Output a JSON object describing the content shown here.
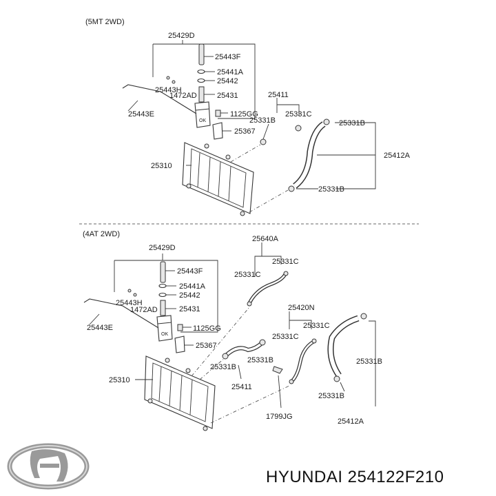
{
  "sections": [
    {
      "title": "(5MT 2WD)",
      "labels": {
        "l25429D": "25429D",
        "l25443F": "25443F",
        "l25441A": "25441A",
        "l25442": "25442",
        "l25443H": "25443H",
        "l1472AD": "1472AD",
        "l25431": "25431",
        "l25443E": "25443E",
        "l1125GG": "1125GG",
        "l25367": "25367",
        "l25310": "25310",
        "l25411": "25411",
        "l25331C": "25331C",
        "l25331B_a": "25331B",
        "l25331B_b": "25331B",
        "l25331B_c": "25331B",
        "l25412A": "25412A"
      }
    },
    {
      "title": "(4AT 2WD)",
      "labels": {
        "l25429D": "25429D",
        "l25443F": "25443F",
        "l25441A": "25441A",
        "l25442": "25442",
        "l25443H": "25443H",
        "l1472AD": "1472AD",
        "l25431": "25431",
        "l25443E": "25443E",
        "l1125GG": "1125GG",
        "l25367": "25367",
        "l25310": "25310",
        "l25640A": "25640A",
        "l25331C_a": "25331C",
        "l25331C_b": "25331C",
        "l25420N": "25420N",
        "l25331C_c": "25331C",
        "l25331C_d": "25331C",
        "l25331B_a": "25331B",
        "l25331B_b": "25331B",
        "l25331B_c": "25331B",
        "l25331B_d": "25331B",
        "l25411": "25411",
        "l1799JG": "1799JG",
        "l25412A": "25412A"
      }
    }
  ],
  "footer": {
    "brand_text": "HYUNDAI 254122F210",
    "logo_icon": "hyundai-logo-icon"
  }
}
